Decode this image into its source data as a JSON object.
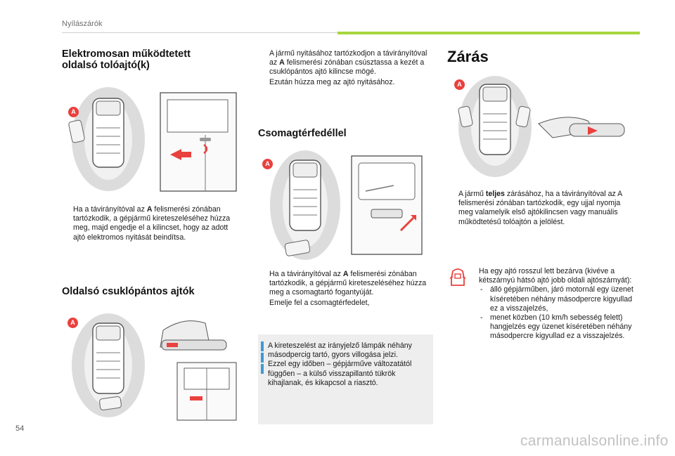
{
  "header": {
    "chapter": "Nyílászárók",
    "accent_color": "#a6d63e"
  },
  "page_number": "54",
  "watermark": "carmanualsonline.info",
  "marker_label": "A",
  "marker_color": "#e9413e",
  "section_sliding": {
    "title_line1": "Elektromosan működtetett",
    "title_line2": "oldalsó tolóajtó(k)",
    "bullet_symbol": "",
    "bullet1": "Ha a távirányítóval az A felismerési zónában tartózkodik, a gépjármű kireteszeléséhez húzza meg, majd engedje el a kilincset, hogy az adott ajtó elektromos nyitását beindítsa.",
    "bullet1_pre": "Ha a távirányítóval az ",
    "bullet1_bold": "A",
    "bullet1_post": " felismerési zónában tartózkodik, a gépjármű kireteszeléséhez húzza meg, majd engedje el a kilincset, hogy az adott ajtó elektromos nyitását beindítsa."
  },
  "section_hinged": {
    "title": "Oldalsó csuklópántos ajtók"
  },
  "column2_top": {
    "bullet1_pre": "A jármű nyitásához tartózkodjon a távirányítóval az ",
    "bullet1_bold": "A",
    "bullet1_post": " felismerési zónában csúsztassa a kezét a csuklópántos ajtó kilincse mögé.",
    "bullet2": "Ezután húzza meg az ajtó nyitásához."
  },
  "section_tailgate": {
    "title": "Csomagtérfedéllel",
    "bullet1_pre": "Ha a távirányítóval az ",
    "bullet1_bold": "A",
    "bullet1_post": " felismerési zónában tartózkodik, a gépjármű kireteszeléséhez húzza meg a csomagtartó fogantyúját.",
    "bullet2": "Emelje fel a csomagtérfedelet,"
  },
  "info": {
    "text": "A kireteszelést az irányjelző lámpák néhány másodpercig tartó, gyors villogása jelzi.\nEzzel egy időben – gépjárműve változatától függően – a külső visszapillantó tükrök kihajlanak, és kikapcsol a riasztó.",
    "accent_color": "#3f9ad6"
  },
  "section_locking": {
    "title": "Zárás",
    "bullet1_pre": "A jármű ",
    "bullet1_bold": "teljes",
    "bullet1_post": " zárásához, ha a távirányítóval az A felismerési zónában tartózkodik, egy ujjal nyomja meg valamelyik első ajtókilincsen vagy manuális működtetésű tolóajtón a jelölést."
  },
  "warning": {
    "icon": "car-door-warning-icon",
    "intro": "Ha egy ajtó rosszul lett bezárva (kivéve a kétszárnyú hátsó ajtó jobb oldali ajtószárnyát):",
    "item1": "álló gépjárműben, járó motornál egy üzenet kíséretében néhány másodpercre kigyullad ez a visszajelzés,",
    "item2": "menet közben (10 km/h sebesség felett) hangjelzés egy üzenet kíséretében néhány másodpercre kigyullad ez a visszajelzés.",
    "dash": "-"
  }
}
